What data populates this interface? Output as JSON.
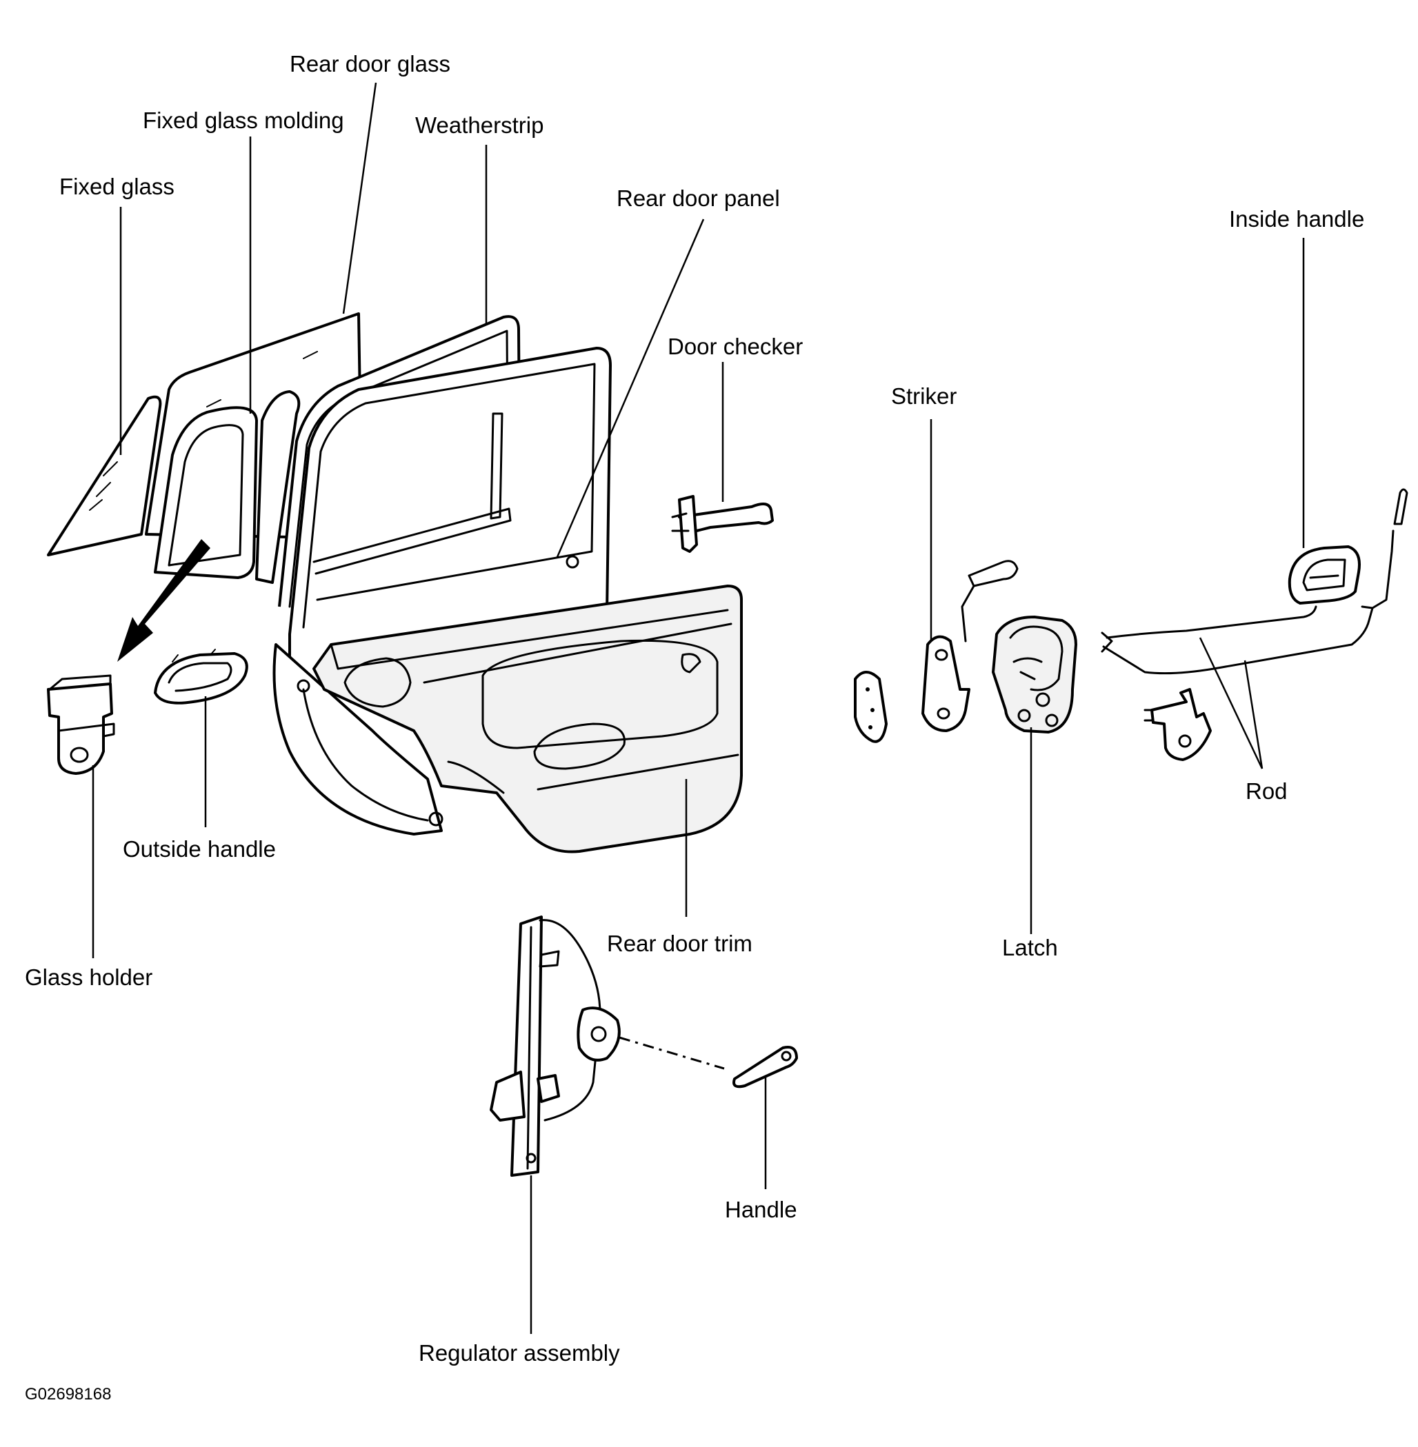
{
  "figure_code": "G02698168",
  "labels": {
    "rear_door_glass": "Rear door glass",
    "fixed_glass_molding": "Fixed glass molding",
    "weatherstrip": "Weatherstrip",
    "fixed_glass": "Fixed glass",
    "rear_door_panel": "Rear door panel",
    "inside_handle": "Inside handle",
    "door_checker": "Door checker",
    "striker": "Striker",
    "rod": "Rod",
    "outside_handle": "Outside handle",
    "glass_holder": "Glass holder",
    "rear_door_trim": "Rear door trim",
    "latch": "Latch",
    "handle": "Handle",
    "regulator_assembly": "Regulator assembly"
  }
}
